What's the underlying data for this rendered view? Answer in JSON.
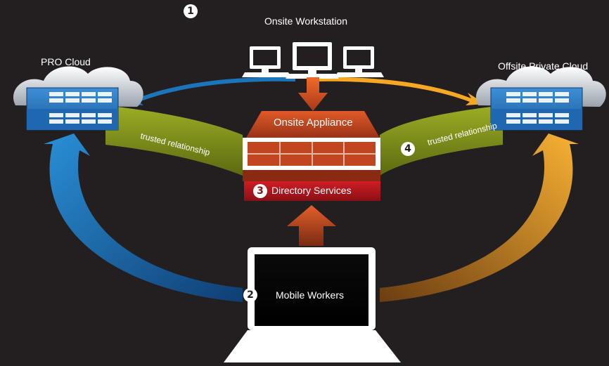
{
  "title": "Onsite Workstation",
  "nodes": {
    "pro_cloud": "PRO Cloud",
    "offsite_cloud": "Offsite Private Cloud",
    "workstation": "Onsite Workstation",
    "appliance": "Onsite Appliance",
    "directory": "Directory Services",
    "mobile": "Mobile Workers"
  },
  "links": {
    "left_band": "trusted relationship",
    "right_band": "trusted relationship"
  },
  "badges": {
    "one": "1",
    "two": "2",
    "three": "3",
    "four": "4"
  },
  "colors": {
    "background": "#231f20",
    "blue_flow": "#1b75bb",
    "orange_flow": "#f7a823",
    "band": "#8a9a1b",
    "appliance": "#c1461f",
    "directory": "#b5161d",
    "server_blue": "#2a7ac4"
  }
}
